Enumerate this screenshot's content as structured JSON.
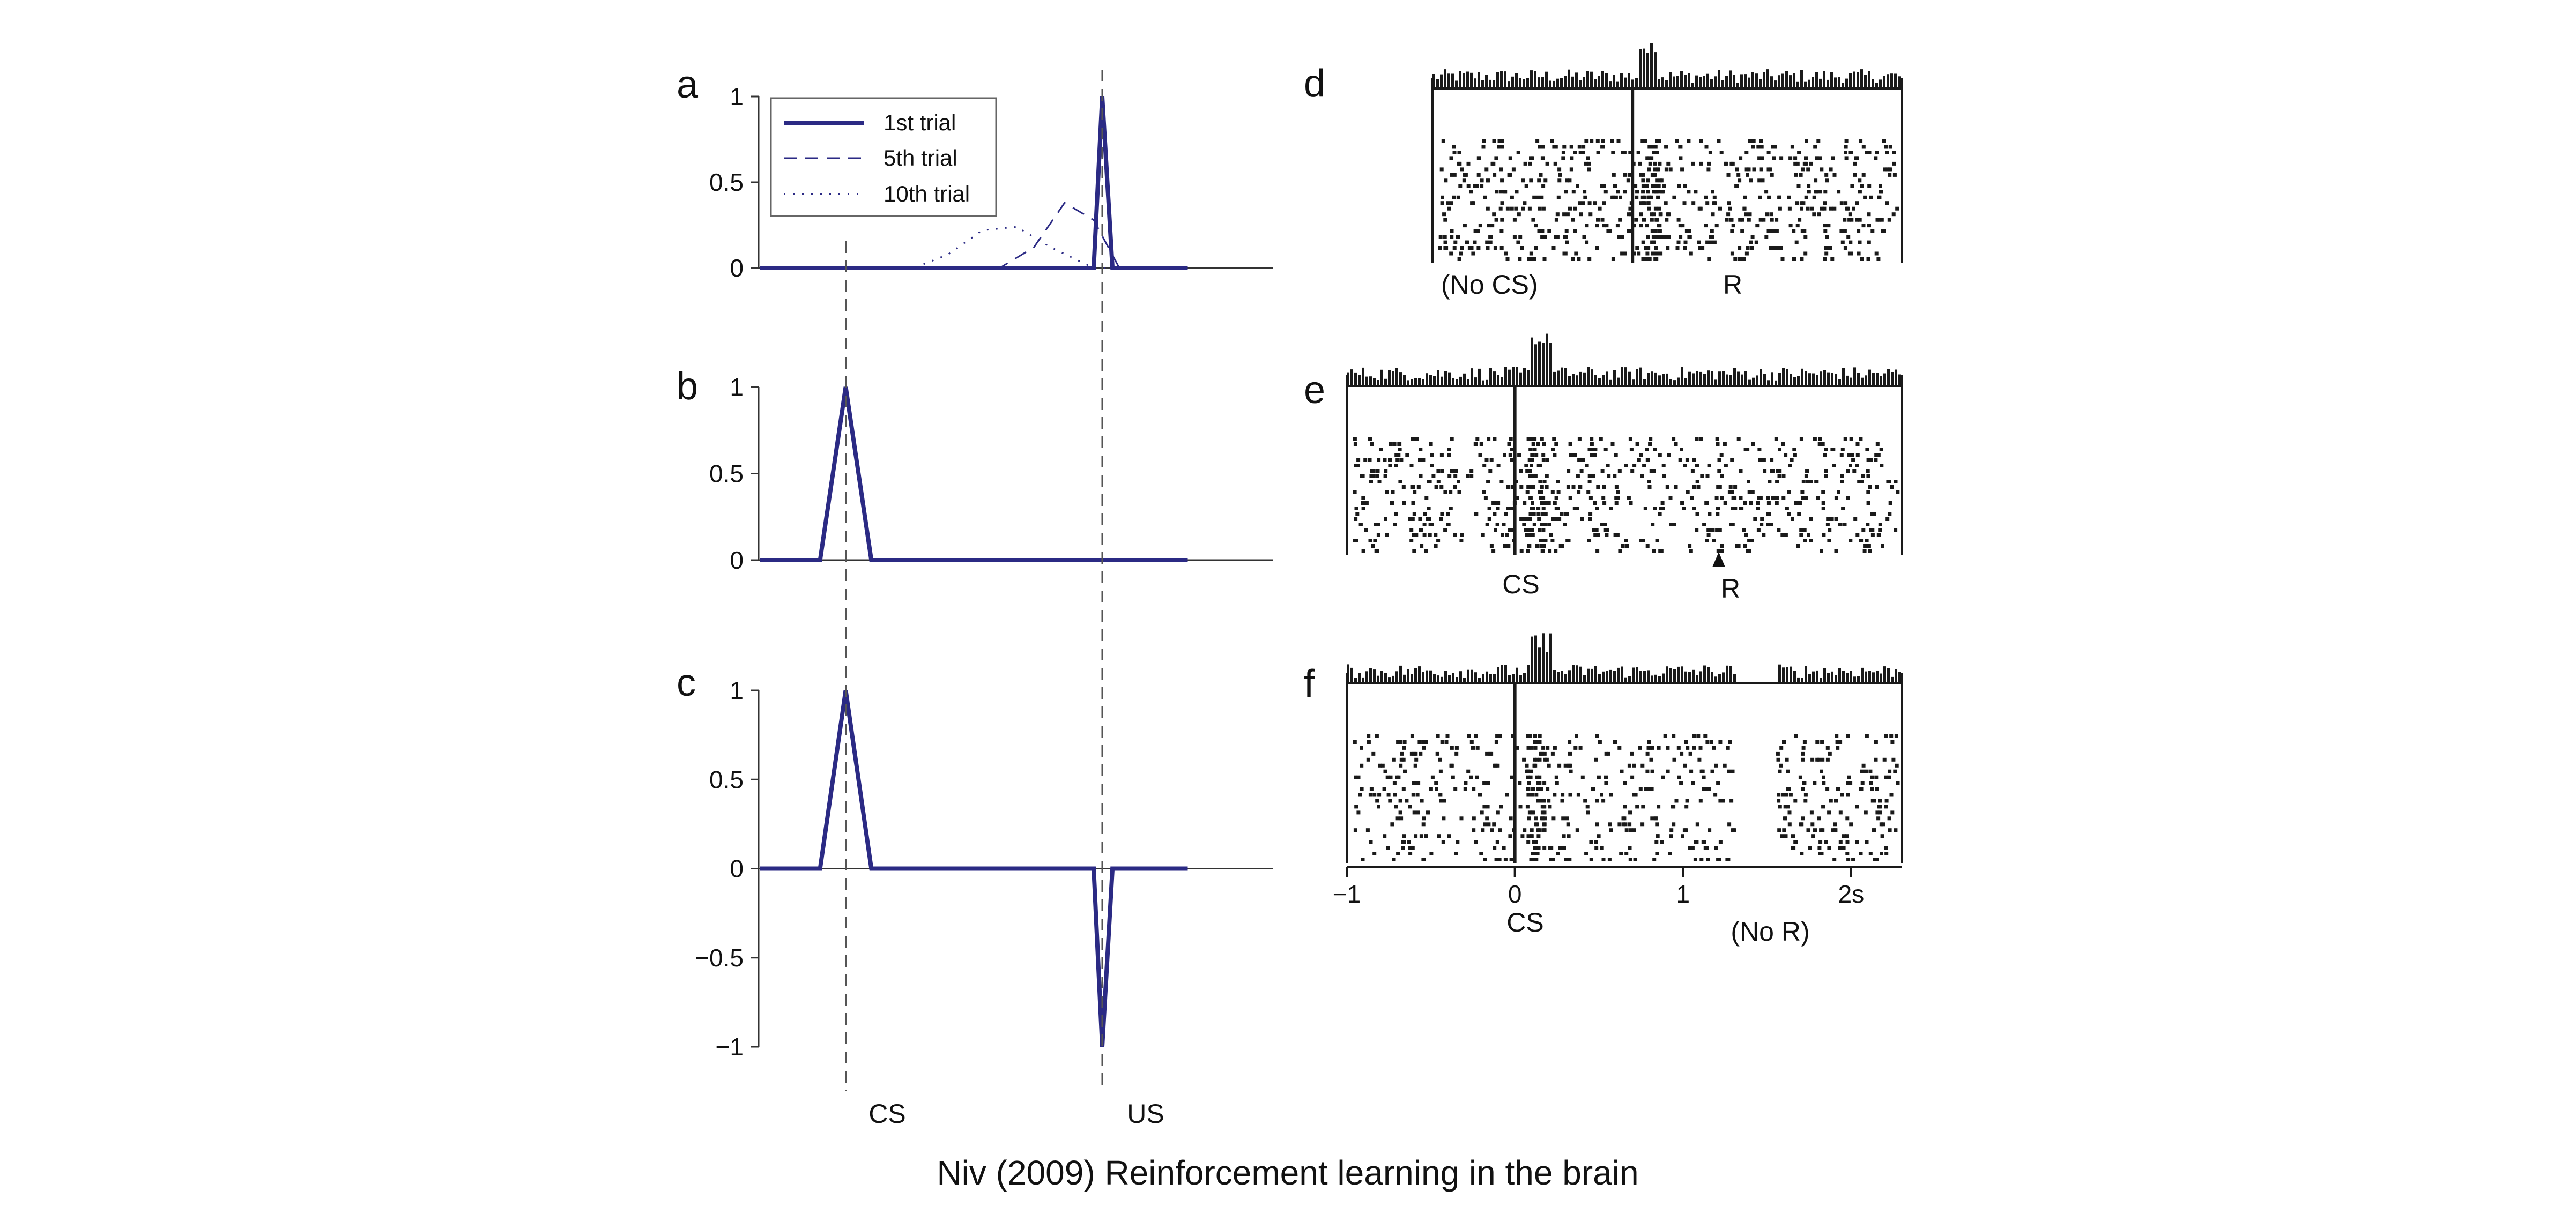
{
  "caption": "Niv (2009) Reinforcement learning in the brain",
  "colors": {
    "model_line": "#2b2a84",
    "guide": "#555555",
    "raster": "#1a1a1a"
  },
  "chart_data": [
    {
      "panel": "a",
      "type": "line",
      "yticks": [
        "0",
        "0.5",
        "1"
      ],
      "ylim": [
        0,
        1
      ],
      "xlim": [
        0,
        30
      ],
      "cs_x": 5,
      "us_x": 20,
      "legend_position": "top-left",
      "series": [
        {
          "name": "1st trial",
          "style": "solid",
          "x": [
            0,
            19.5,
            20,
            20.6,
            25
          ],
          "y": [
            0,
            0,
            1,
            0,
            0
          ]
        },
        {
          "name": "5th trial",
          "style": "dashed",
          "x": [
            0,
            14,
            16,
            17.8,
            19.5,
            21,
            25
          ],
          "y": [
            0,
            0,
            0.12,
            0.38,
            0.28,
            0,
            0
          ]
        },
        {
          "name": "10th trial",
          "style": "dotted",
          "x": [
            0,
            9,
            11,
            13,
            15,
            17,
            19.5,
            25
          ],
          "y": [
            0,
            0,
            0.08,
            0.22,
            0.24,
            0.12,
            0,
            0
          ]
        }
      ]
    },
    {
      "panel": "b",
      "type": "line",
      "yticks": [
        "0",
        "0.5",
        "1"
      ],
      "ylim": [
        0,
        1
      ],
      "xlim": [
        0,
        30
      ],
      "series": [
        {
          "style": "solid",
          "x": [
            0,
            3.5,
            5,
            6.5,
            25
          ],
          "y": [
            0,
            0,
            1,
            0,
            0
          ]
        }
      ]
    },
    {
      "panel": "c",
      "type": "line",
      "yticks": [
        "−1",
        "−0.5",
        "0",
        "0.5",
        "1"
      ],
      "ylim": [
        -1,
        1
      ],
      "xlim": [
        0,
        30
      ],
      "series": [
        {
          "style": "solid",
          "x": [
            0,
            3.5,
            5,
            6.5,
            19.5,
            20,
            20.6,
            25
          ],
          "y": [
            0,
            0,
            1,
            0,
            0,
            -1,
            0,
            0
          ]
        }
      ],
      "x_events": [
        "CS",
        "US"
      ]
    },
    {
      "panel": "d",
      "type": "scatter",
      "time_range": [
        -1,
        2.3
      ],
      "event_time": 0.7,
      "labels": {
        "left": "(No CS)",
        "event": "R"
      }
    },
    {
      "panel": "e",
      "type": "scatter",
      "time_range": [
        -1,
        2.3
      ],
      "cs_time": 0,
      "reward_time": 1.2,
      "labels": {
        "cs": "CS",
        "reward": "R"
      }
    },
    {
      "panel": "f",
      "type": "scatter",
      "time_range": [
        -1,
        2.3
      ],
      "cs_time": 0,
      "omission_window": [
        1.3,
        1.55
      ],
      "xticks": [
        "−1",
        "0",
        "1",
        "2s"
      ],
      "labels": {
        "cs": "CS",
        "omission": "(No R)"
      }
    }
  ]
}
